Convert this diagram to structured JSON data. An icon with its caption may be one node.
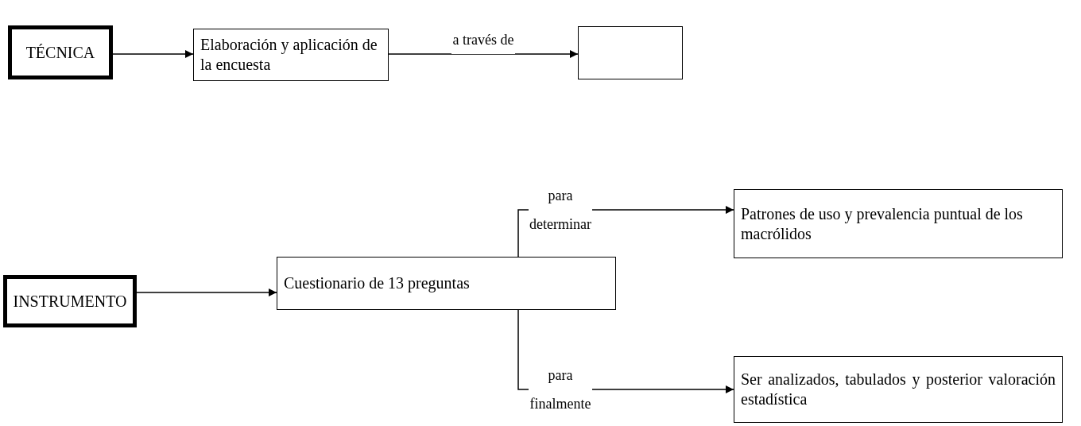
{
  "diagram": {
    "nodes": [
      {
        "text": [
          "TÉCNICA"
        ]
      },
      {
        "text": [
          "Elaboración y aplicación de la encuesta"
        ]
      },
      {
        "text": [],
        "shape": "box"
      },
      {
        "text": [
          "INSTRUMENTO"
        ]
      },
      {
        "text": [
          "Cuestionario de 13 preguntas"
        ]
      },
      {
        "text": [
          "Patrones de uso y prevalencia puntual de los macrólidos"
        ]
      },
      {
        "text": [
          "Ser analizados, tabulados y posterior valoración estadística"
        ]
      }
    ],
    "edges": [
      {
        "from": 0,
        "to": 1,
        "arrow": "to"
      },
      {
        "from": 1,
        "to": 2,
        "arrow": "to",
        "label": "a través de"
      },
      {
        "from": 3,
        "to": 4,
        "arrow": "to"
      },
      {
        "from": 4,
        "to": 5,
        "arrow": "to",
        "label": "para determinar"
      },
      {
        "from": 4,
        "to": 6,
        "arrow": "to",
        "label": "para finalmente"
      }
    ]
  }
}
